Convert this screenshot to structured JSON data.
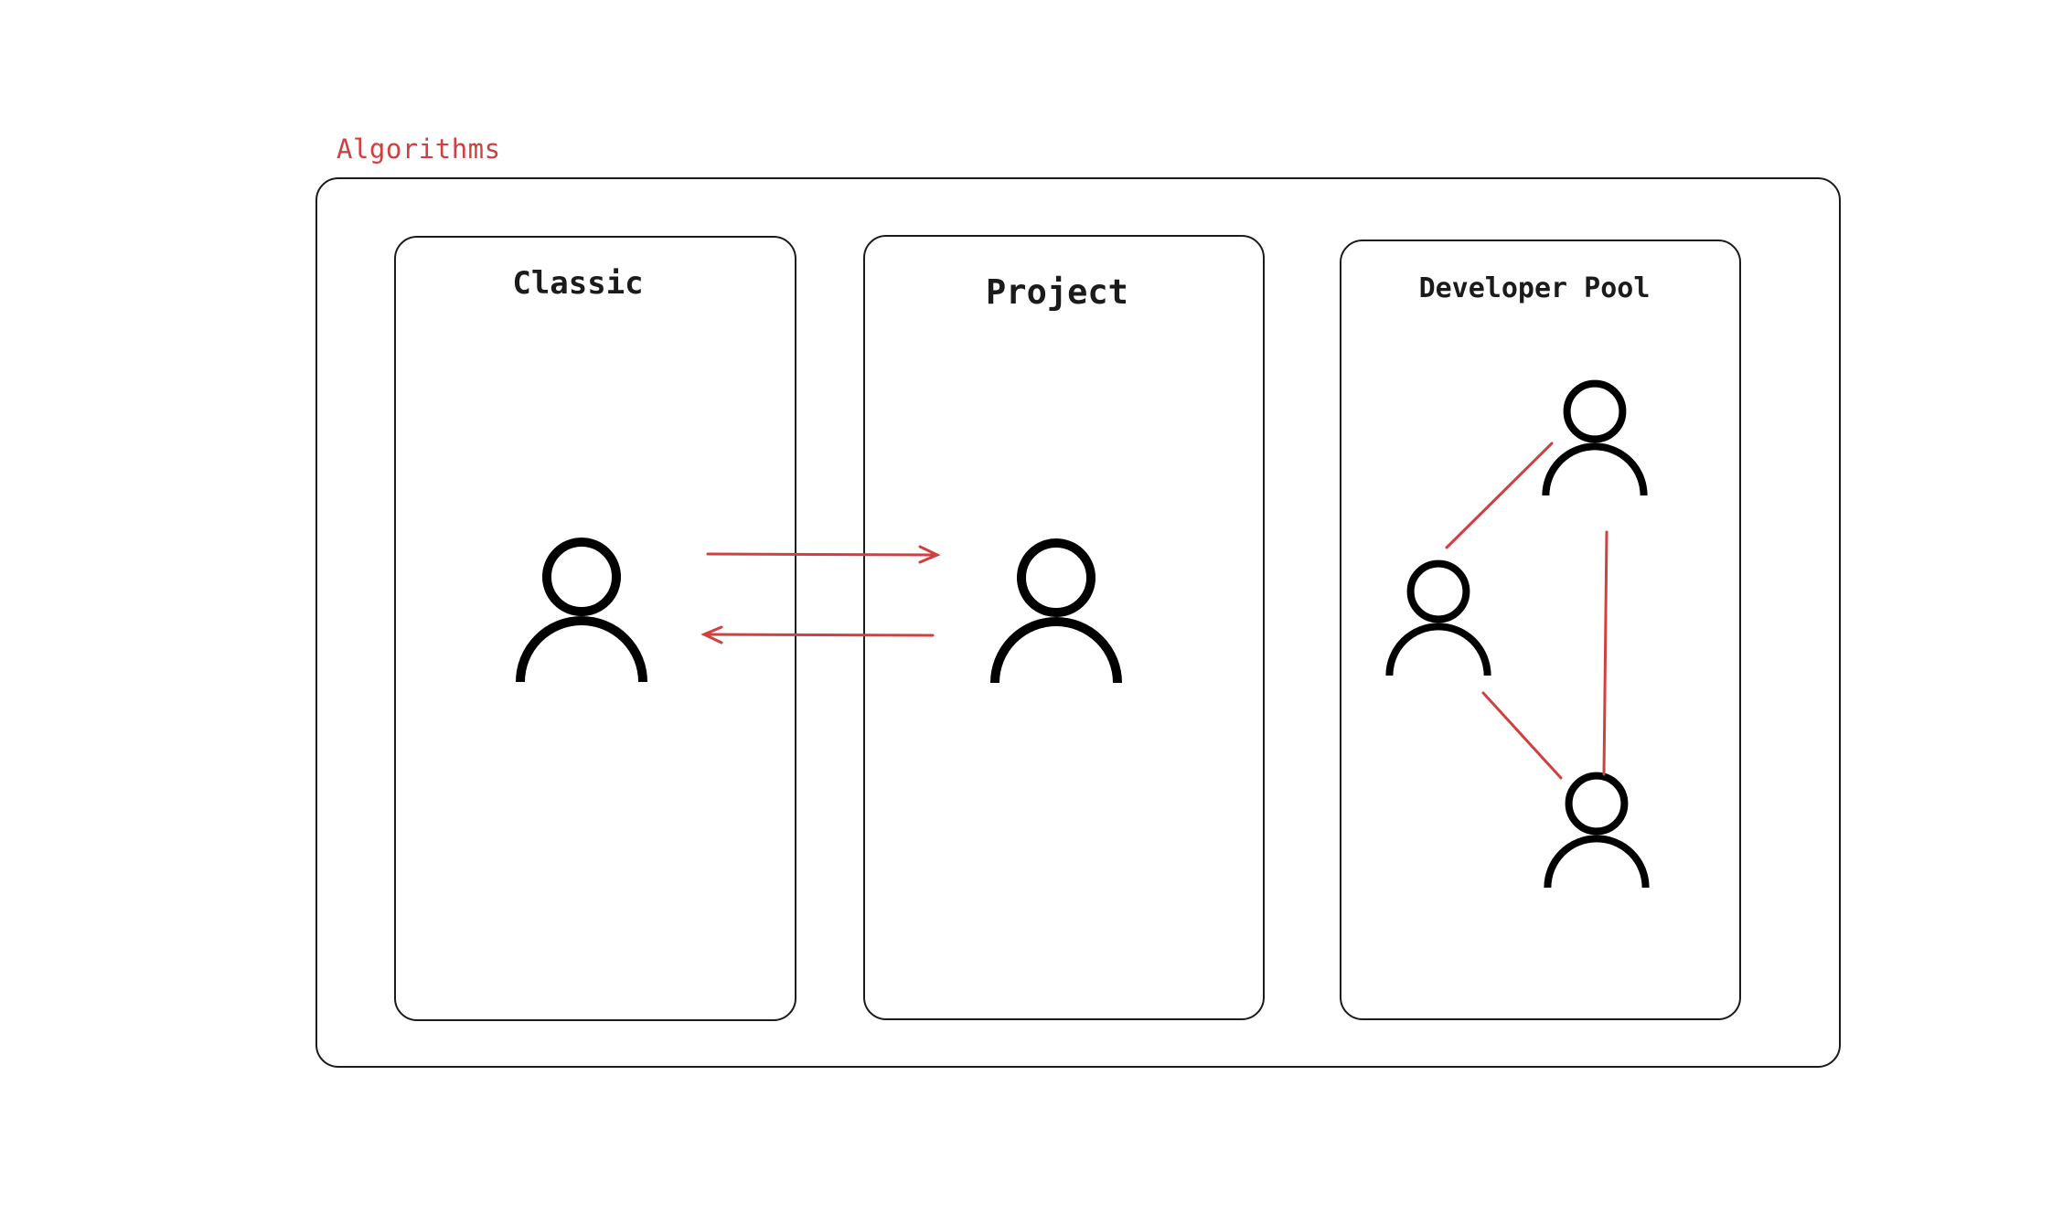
{
  "group": {
    "label": "Algorithms"
  },
  "panels": [
    {
      "title": "Classic"
    },
    {
      "title": "Project"
    },
    {
      "title": "Developer Pool"
    }
  ],
  "colors": {
    "accent": "#d13f3f",
    "ink": "#000000"
  },
  "icons": [
    "user-icon"
  ]
}
